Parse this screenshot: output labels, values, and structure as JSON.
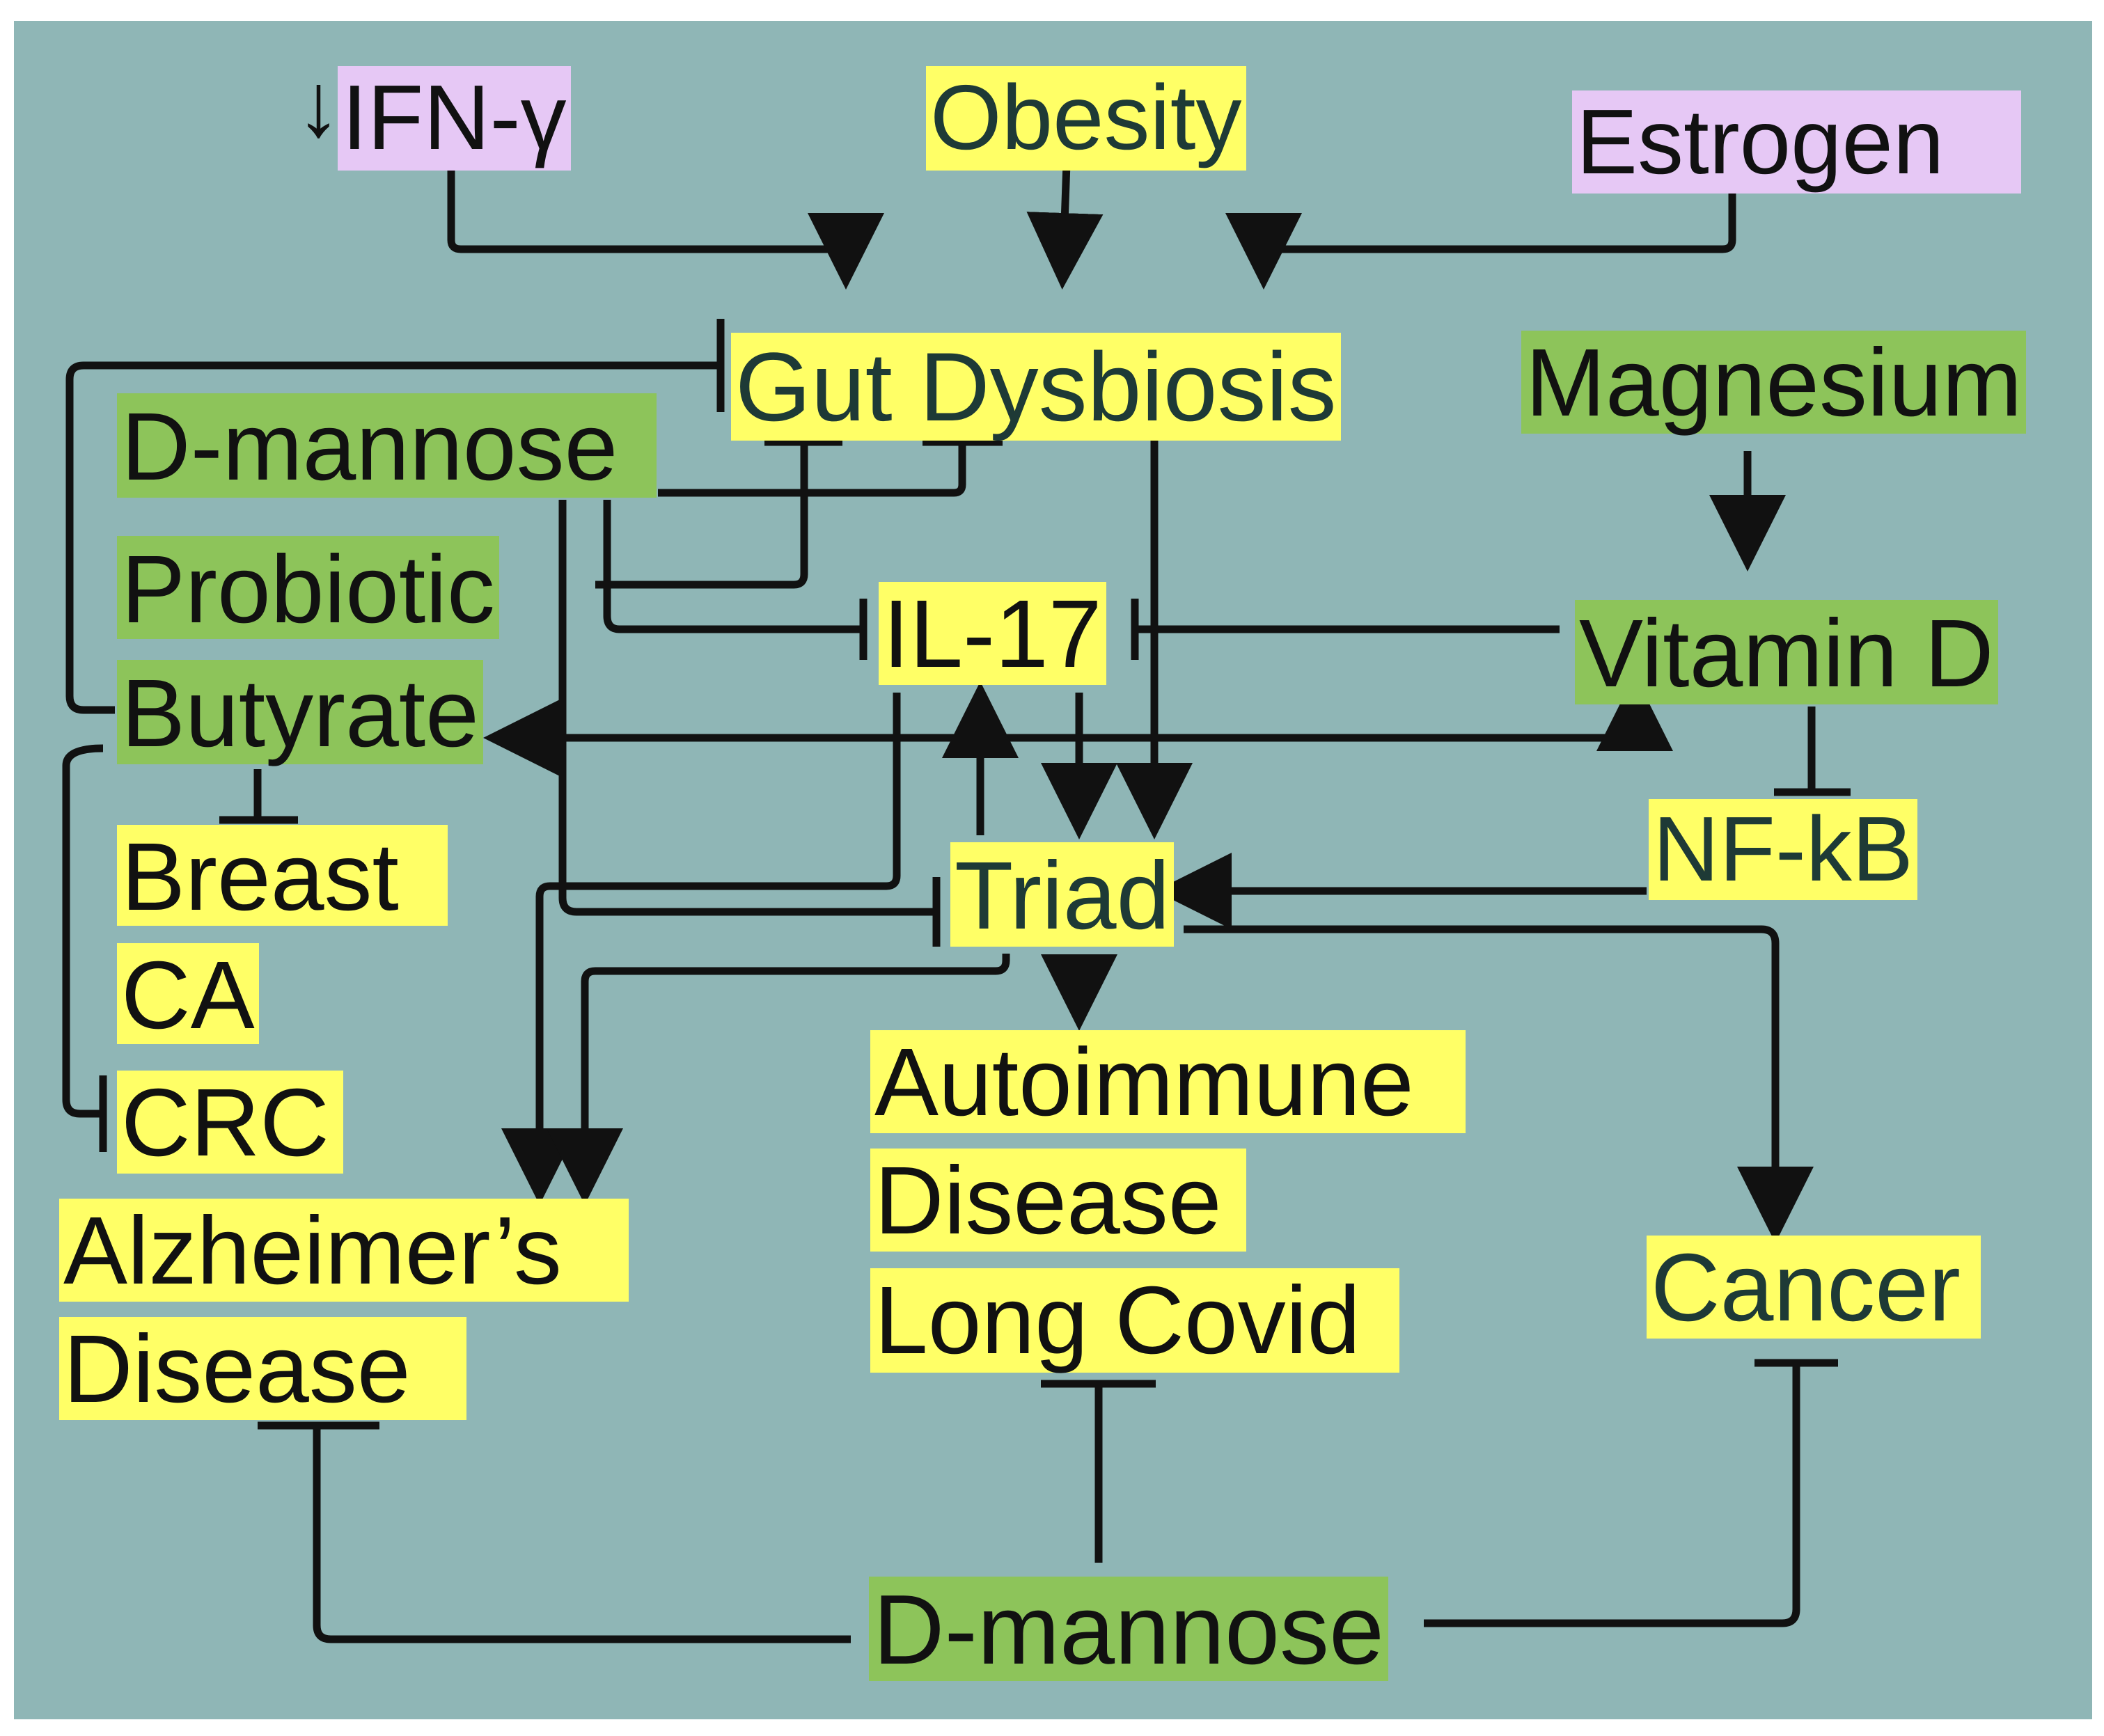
{
  "colors": {
    "panel": "#8fb6b6",
    "promoter_fill": "#ffff66",
    "protective_fill": "#8dc45a",
    "hormone_fill": "#e6c8f5",
    "line": "#111111"
  },
  "nodes": {
    "ifn_gamma": "IFN-γ",
    "ifn_gamma_arrow": "↓",
    "obesity": "Obesity",
    "estrogen": "Estrogen",
    "gut_dysbiosis": "Gut Dysbiosis",
    "magnesium": "Magnesium",
    "d_mannose_top": "D-mannose",
    "probiotic": "Probiotic",
    "il17": "IL-17",
    "vitamin_d": "Vitamin D",
    "butyrate": "Butyrate",
    "breast": "Breast",
    "ca": "CA",
    "crc": "CRC",
    "triad": "Triad",
    "nf_kb": "NF-kB",
    "autoimmune": "Autoimmune",
    "disease_mid": "Disease",
    "long_covid": "Long Covid",
    "alzheimers": "Alzheimer’s",
    "disease_left": "Disease",
    "cancer": "Cancer",
    "d_mannose_bottom": "D-mannose"
  }
}
